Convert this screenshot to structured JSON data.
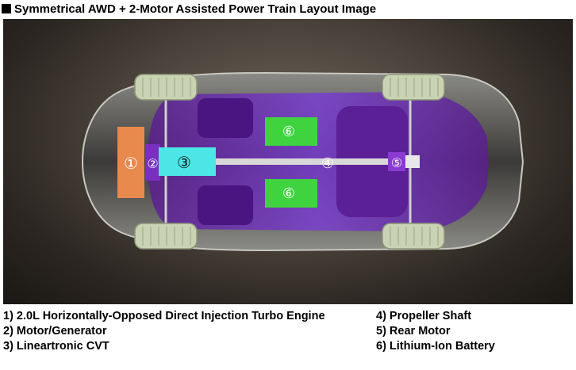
{
  "title": "Symmetrical AWD + 2-Motor Assisted Power Train Layout Image",
  "components": [
    {
      "marker": "①",
      "label": "2.0L Horizontally-Opposed Direct Injection Turbo Engine",
      "color": "#e8894e"
    },
    {
      "marker": "②",
      "label": "Motor/Generator",
      "color": "#7a2fc0"
    },
    {
      "marker": "③",
      "label": "Lineartronic CVT",
      "color": "#4de6e6"
    },
    {
      "marker": "④",
      "label": "Propeller Shaft",
      "color": "#d8d8d8"
    },
    {
      "marker": "⑤",
      "label": "Rear Motor",
      "color": "#8a3ad0"
    },
    {
      "marker": "⑥",
      "label": "Lithium-Ion Battery",
      "color": "#3fd43f"
    }
  ],
  "legend_left": [
    "1) 2.0L Horizontally-Opposed Direct Injection Turbo Engine",
    "2) Motor/Generator",
    "3) Lineartronic CVT"
  ],
  "legend_right": [
    "4) Propeller Shaft",
    "5) Rear Motor",
    "6) Lithium-Ion Battery"
  ]
}
